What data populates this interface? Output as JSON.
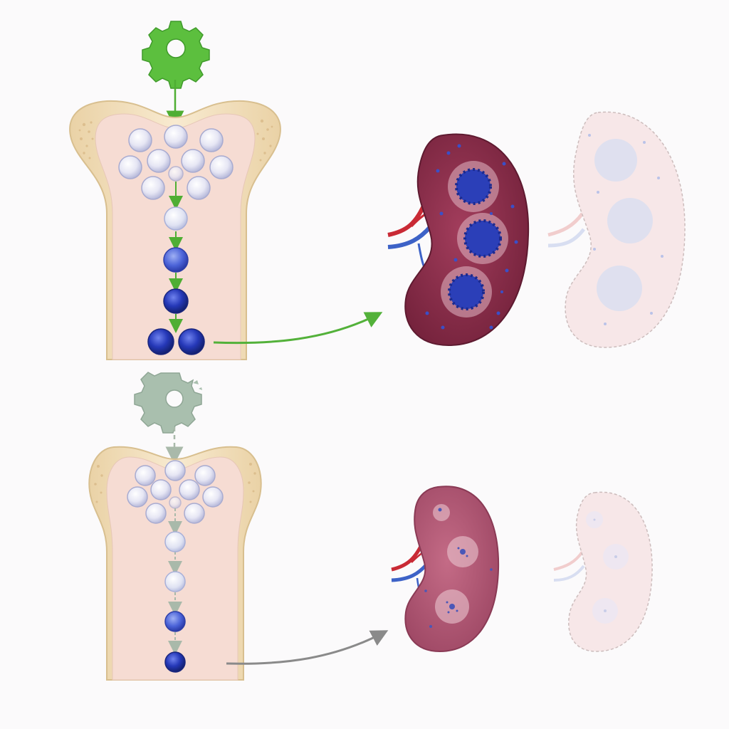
{
  "panels": [
    {
      "id": "normal",
      "signal_icon": "gear-icon",
      "signal_state": "active",
      "signal_color": "#5cbf3e",
      "arrow_color": "#4fae33",
      "export_arrow_color": "#53b13a",
      "marrow_lineage": [
        "stem-cells",
        "progenitor",
        "precursor",
        "intermediate",
        "mature-pair"
      ],
      "spleen_state": "populated",
      "spleen_color": "#8a2e48",
      "follicle_count": 3,
      "follicle_cell_color": "#2b3fb8"
    },
    {
      "id": "disrupted",
      "signal_icon": "broken-gear-icon",
      "signal_state": "broken",
      "signal_color": "#a9bfae",
      "arrow_color": "#a9b9aa",
      "export_arrow_color": "#8a8a8a",
      "marrow_lineage": [
        "stem-cells",
        "progenitor",
        "precursor",
        "intermediate",
        "mature-single"
      ],
      "spleen_state": "depleted",
      "spleen_color": "#b65a75",
      "follicle_count": 3,
      "follicle_cell_color": "#4a57b8"
    }
  ],
  "colors": {
    "bone_cortex": "#f3dfb9",
    "marrow": "#f6dcd3",
    "stem_cell": "#e3e3f3",
    "mature_cell": "#2536b3",
    "artery": "#c92a35",
    "vein": "#3d62c7"
  }
}
